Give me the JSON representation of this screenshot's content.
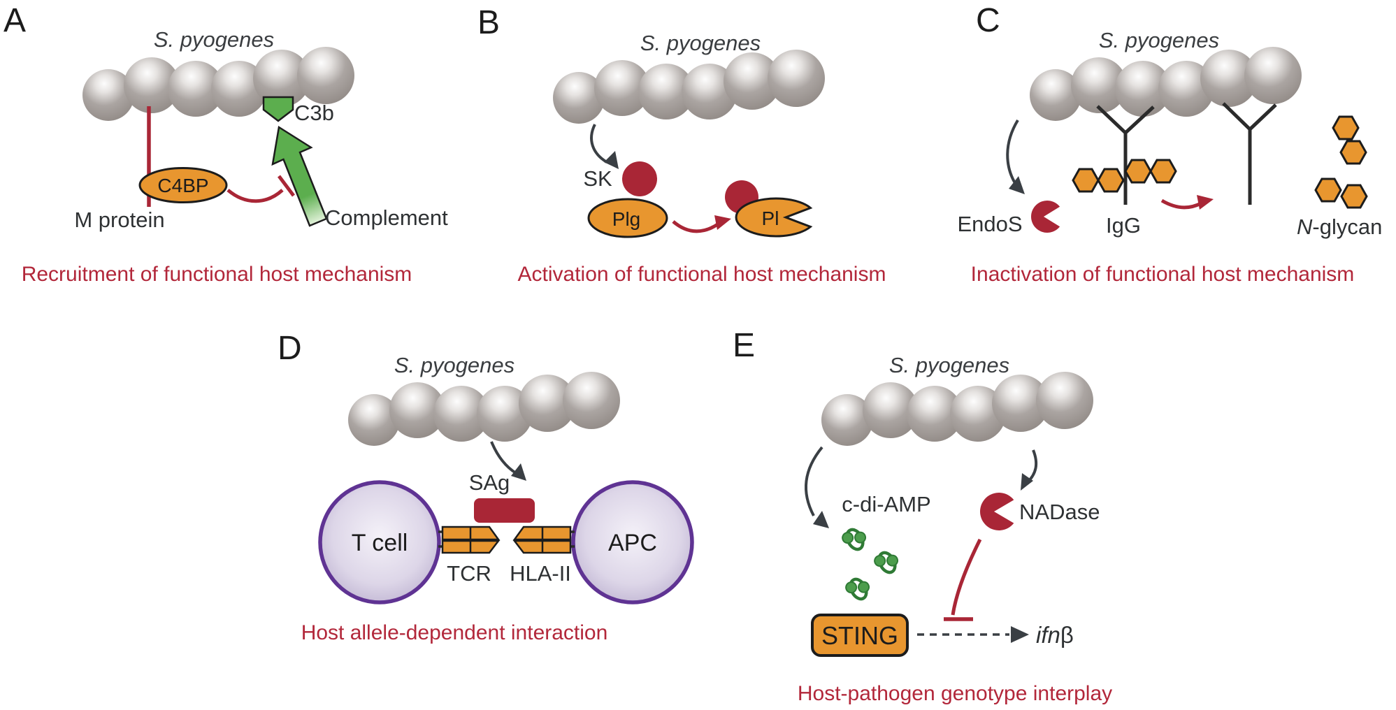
{
  "colors": {
    "crimson": "#a92636",
    "orange": "#e8962f",
    "green_arrow": "#5cae4e",
    "molecule_green": "#2f7a35",
    "molecule_green_fill": "#4c9d4c",
    "purple": "#5f3393",
    "caption_red": "#b2273a",
    "dark_text": "#2e3133",
    "sphere_gray": "#9a938f"
  },
  "panelA": {
    "label": "A",
    "organism": "S. pyogenes",
    "c3b": "C3b",
    "c4bp": "C4BP",
    "m_protein": "M protein",
    "complement": "Complement",
    "caption": "Recruitment of functional host mechanism"
  },
  "panelB": {
    "label": "B",
    "organism": "S. pyogenes",
    "sk": "SK",
    "plg": "Plg",
    "pl": "Pl",
    "caption": "Activation of functional host mechanism"
  },
  "panelC": {
    "label": "C",
    "organism": "S. pyogenes",
    "endos": "EndoS",
    "igg": "IgG",
    "n_glycan_prefix": "N",
    "n_glycan_suffix": "-glycan",
    "caption": "Inactivation of functional host mechanism"
  },
  "panelD": {
    "label": "D",
    "organism": "S. pyogenes",
    "sag": "SAg",
    "t_cell": "T cell",
    "apc": "APC",
    "tcr": "TCR",
    "hla": "HLA-II",
    "caption": "Host allele-dependent interaction"
  },
  "panelE": {
    "label": "E",
    "organism": "S. pyogenes",
    "cdiamp": "c-di-AMP",
    "nadase": "NADase",
    "sting": "STING",
    "ifn_prefix": "ifn",
    "ifn_beta": "β",
    "caption": "Host-pathogen genotype interplay"
  }
}
